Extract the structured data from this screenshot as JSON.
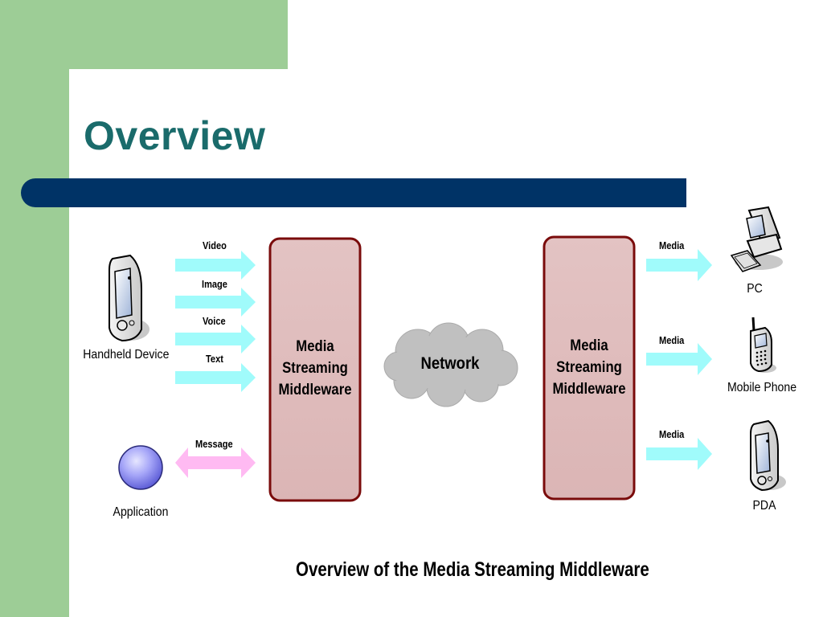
{
  "slide": {
    "title": "Overview",
    "caption": "Overview of the Media Streaming Middleware"
  },
  "diagram": {
    "left_device": "Handheld Device",
    "application": "Application",
    "input_streams": [
      "Video",
      "Image",
      "Voice",
      "Text"
    ],
    "message_label": "Message",
    "middleware_left": [
      "Media",
      "Streaming",
      "Middleware"
    ],
    "network": "Network",
    "middleware_right": [
      "Media",
      "Streaming",
      "Middleware"
    ],
    "output_label": "Media",
    "targets": [
      "PC",
      "Mobile Phone",
      "PDA"
    ]
  },
  "colors": {
    "green_background": "#9dcd96",
    "title_bar": "#003366",
    "title_text": "#1a6b6b",
    "middleware_fill": "#e0bcbc",
    "middleware_border": "#7a0b0b",
    "arrow_cyan": "#9ffcfc",
    "arrow_pink": "#ffb8f2",
    "cloud": "#c0c0c0",
    "application_sphere": "#8c8cf5"
  },
  "icons": {
    "left_device": "pda-icon",
    "application": "sphere-icon",
    "pc": "desktop-computer-icon",
    "mobile_phone": "mobile-phone-icon",
    "pda": "pda-icon"
  }
}
